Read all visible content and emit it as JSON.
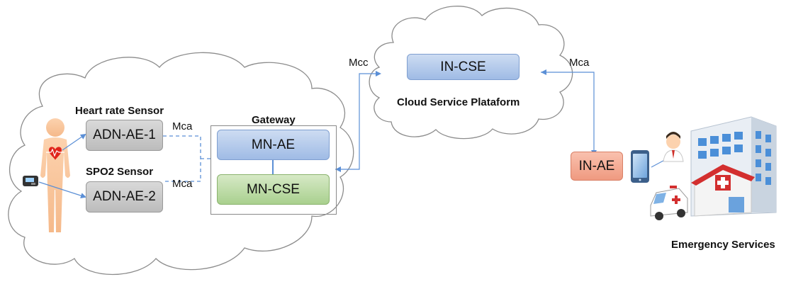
{
  "diagram": {
    "labels": {
      "heart_rate_sensor": "Heart rate Sensor",
      "spo2_sensor": "SPO2 Sensor",
      "gateway": "Gateway",
      "cloud_service_platform": "Cloud Service Plataform",
      "emergency_services": "Emergency Services"
    },
    "nodes": {
      "adn_ae_1": "ADN-AE-1",
      "adn_ae_2": "ADN-AE-2",
      "mn_ae": "MN-AE",
      "mn_cse": "MN-CSE",
      "in_cse": "IN-CSE",
      "in_ae": "IN-AE"
    },
    "links": {
      "mca_top": "Mca",
      "mca_bottom": "Mca",
      "mcc": "Mcc",
      "mca_right": "Mca"
    },
    "icons": [
      "human-body-icon",
      "heart-icon",
      "pulse-oximeter-icon",
      "smartphone-icon",
      "doctor-icon",
      "hospital-icon",
      "ambulance-icon",
      "cloud-icon"
    ],
    "colors": {
      "arrow": "#5b8fd6",
      "sensor_box": "#c9c9c9",
      "mn_ae": "#b4c9ec",
      "mn_cse": "#bfdea8",
      "in_cse": "#a9c1ea",
      "in_ae": "#f4ad95"
    }
  }
}
